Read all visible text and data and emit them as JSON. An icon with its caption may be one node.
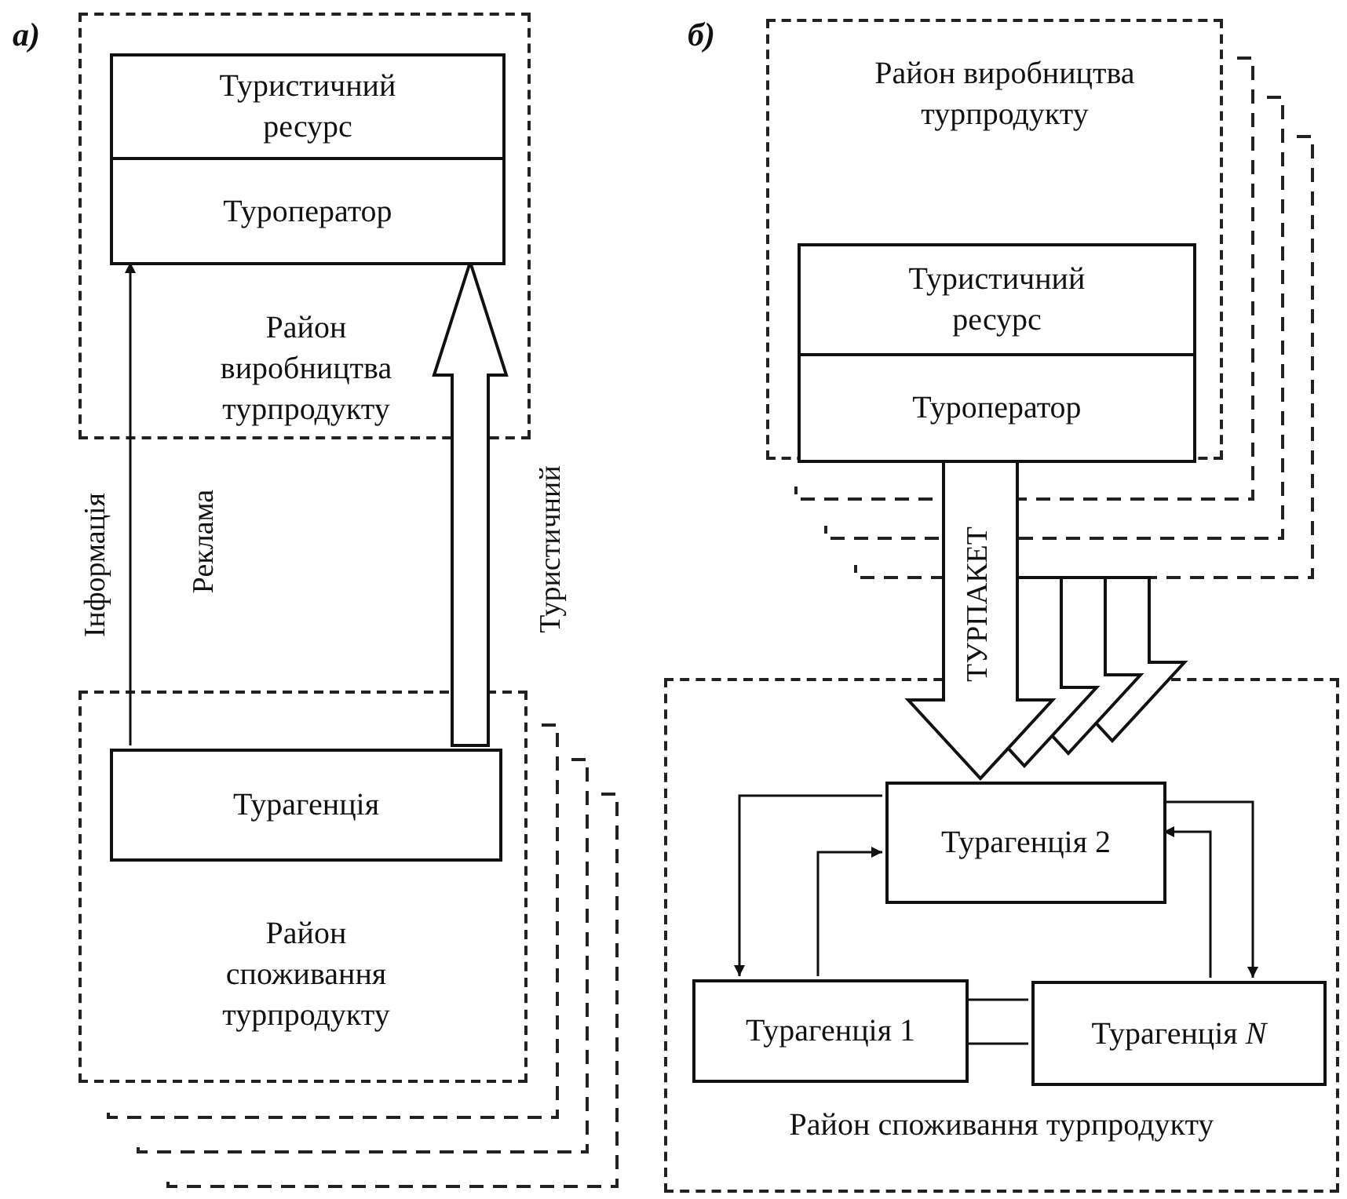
{
  "diagram": {
    "nodes": [
      {
        "text": [
          "Район виробництва турпродукту"
        ]
      },
      {
        "text": [
          "Туристичний ресурс"
        ],
        "in": 0
      },
      {
        "text": [
          "Туроператор"
        ],
        "in": 0
      },
      {
        "text": [
          "Район споживання турпродукту"
        ]
      },
      {
        "text": [
          "Турагенція"
        ],
        "in": 3
      },
      {
        "text": [
          "Район виробництва турпродукту"
        ]
      },
      {
        "text": [
          "Туристичний ресурс"
        ],
        "in": 5
      },
      {
        "text": [
          "Туроператор"
        ],
        "in": 5
      },
      {
        "text": [
          "Район споживання турпродукту"
        ]
      },
      {
        "text": [
          "Турагенція 2"
        ],
        "in": 8
      },
      {
        "text": [
          "Турагенція 1"
        ],
        "in": 8
      },
      {
        "text": [
          "Турагенція *N*"
        ],
        "in": 8
      }
    ],
    "edges": [
      {
        "from": 4,
        "to": 2,
        "arrow": "to",
        "label": "Інформація"
      },
      {
        "from": 4,
        "to": 2,
        "arrow": "to",
        "label": "Туристичний",
        "style": "thick"
      },
      {
        "from": 7,
        "to": 9,
        "arrow": "to",
        "label": "ТУРПАКЕТ",
        "style": "thick"
      },
      {
        "from": 9,
        "to": 10,
        "arrow": "to"
      },
      {
        "from": 10,
        "to": 9,
        "arrow": "to"
      },
      {
        "from": 9,
        "to": 11,
        "arrow": "to"
      },
      {
        "from": 11,
        "to": 9,
        "arrow": "to"
      },
      {
        "from": 10,
        "to": 11,
        "arrow": "none"
      },
      {
        "from": 10,
        "to": 11,
        "arrow": "none"
      }
    ],
    "labels": [
      "а)",
      "Реклама",
      "б)"
    ]
  }
}
